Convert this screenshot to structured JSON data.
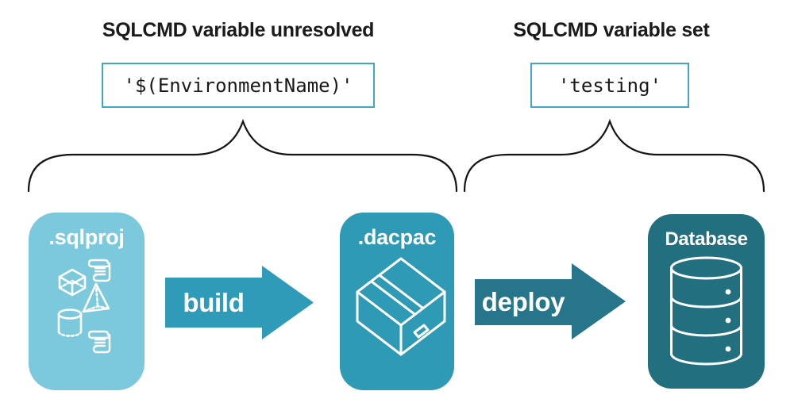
{
  "left_group": {
    "heading": "SQLCMD variable unresolved",
    "code": "'$(EnvironmentName)'"
  },
  "right_group": {
    "heading": "SQLCMD variable set",
    "code": "'testing'"
  },
  "nodes": [
    {
      "id": "sqlproj",
      "label": ".sqlproj",
      "color": "#7CC9DD",
      "icons": [
        "scroll-icon",
        "cube-icon",
        "pyramid-icon",
        "cylinder-icon",
        "scroll-icon"
      ]
    },
    {
      "id": "dacpac",
      "label": ".dacpac",
      "color": "#2F9AB5",
      "icons": [
        "package-icon"
      ]
    },
    {
      "id": "database",
      "label": "Database",
      "color": "#226F80",
      "icons": [
        "database-icon"
      ]
    }
  ],
  "arrows": [
    {
      "id": "build",
      "label": "build",
      "color": "#2F9BB8"
    },
    {
      "id": "deploy",
      "label": "deploy",
      "color": "#26758B"
    }
  ],
  "colors": {
    "background": "#FFFFFF",
    "code_box_border": "#41A7C5",
    "brace_stroke": "#151515",
    "heading_text": "#1B1B1B",
    "code_text": "#191919",
    "node_label_text": "#FFFFFF",
    "icon_stroke": "#FFFFFF"
  }
}
